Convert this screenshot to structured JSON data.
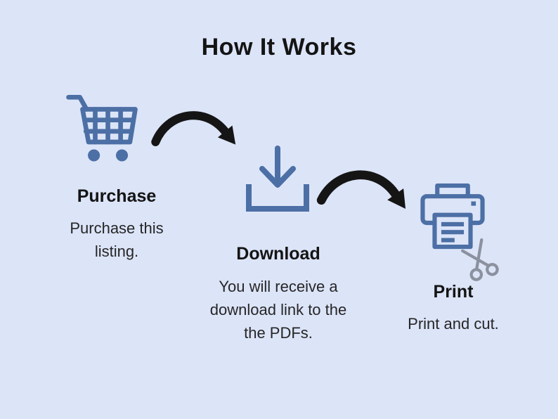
{
  "title": "How It Works",
  "steps": [
    {
      "label": "Purchase",
      "description": "Purchase this listing.",
      "description_lines": [
        "Purchase this",
        "listing."
      ],
      "icon": "shopping-cart-icon"
    },
    {
      "label": "Download",
      "description": "You will receive a download link to the the PDFs.",
      "description_lines": [
        "You will receive a",
        "download link to the",
        "the PDFs."
      ],
      "icon": "download-icon"
    },
    {
      "label": "Print",
      "description": "Print and cut.",
      "description_lines": [
        "Print and cut."
      ],
      "icon": "printer-scissors-icon"
    }
  ],
  "connectors": [
    {
      "from": "Purchase",
      "to": "Download",
      "icon": "curved-arrow-icon"
    },
    {
      "from": "Download",
      "to": "Print",
      "icon": "curved-arrow-icon"
    }
  ],
  "colors": {
    "background": "#dce4f8",
    "icon_blue": "#4c6fa5",
    "arrow": "#151515",
    "heading": "#141414",
    "body": "#262626",
    "scissors": "#8b919e"
  }
}
